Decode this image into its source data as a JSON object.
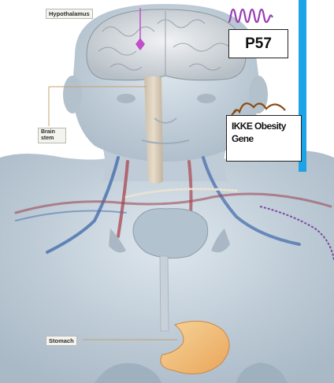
{
  "anatomy_labels": {
    "hypothalamus": "Hypothalamus",
    "brain_stem_line1": "Brain",
    "brain_stem_line2": "stem",
    "stomach": "Stomach"
  },
  "gene_boxes": {
    "p57": "P57",
    "ikke_line1": "IKKE Obesity",
    "ikke_line2": "Gene"
  },
  "colors": {
    "signal_bar": "#1ea3e6",
    "hypothalamus_wave": "#9a3fb3",
    "brainstem_wave": "#8a4a12",
    "skin": "#c6d2dc",
    "stomach": "#f2c078"
  }
}
